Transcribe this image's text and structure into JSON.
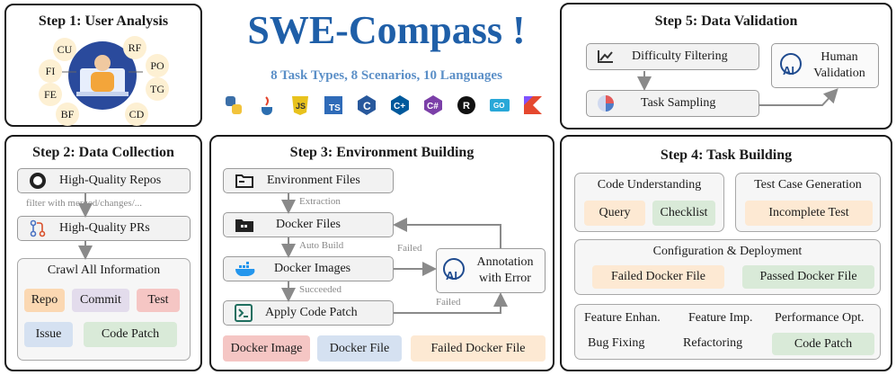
{
  "header": {
    "title": "SWE-Compass !",
    "subtitle": "8 Task Types, 8 Scenarios, 10 Languages",
    "title_color": "#1f5fa8",
    "subtitle_color": "#5b8fc7",
    "languages": [
      "python-icon",
      "java-icon",
      "javascript-icon",
      "typescript-icon",
      "c-icon",
      "cpp-icon",
      "csharp-icon",
      "rust-icon",
      "go-icon",
      "kotlin-icon"
    ]
  },
  "step1": {
    "title": "Step 1: User Analysis",
    "tags": [
      "CU",
      "RF",
      "FI",
      "PO",
      "TG",
      "FE",
      "BF",
      "CD"
    ]
  },
  "step2": {
    "title": "Step 2: Data Collection",
    "repos": "High-Quality Repos",
    "filter_note": "filter with  merged/changes/...",
    "prs": "High-Quality PRs",
    "crawl": "Crawl All Information",
    "items": [
      "Repo",
      "Commit",
      "Test",
      "Issue",
      "Code Patch"
    ]
  },
  "step3": {
    "title": "Step 3: Environment Building",
    "env_files": "Environment Files",
    "extraction": "Extraction",
    "docker_files": "Docker Files",
    "auto_build": "Auto Build",
    "docker_images": "Docker Images",
    "succeeded": "Succeeded",
    "apply_patch": "Apply Code Patch",
    "failed": "Failed",
    "annotation": "Annotation with Error",
    "legend": [
      "Docker Image",
      "Docker File",
      "Failed Docker File"
    ]
  },
  "step4": {
    "title": "Step 4: Task Building",
    "code_understanding": "Code Understanding",
    "cu_items": [
      "Query",
      "Checklist"
    ],
    "test_case": "Test Case Generation",
    "tc_items": [
      "Incomplete Test"
    ],
    "config": "Configuration & Deployment",
    "config_items": [
      "Failed Docker File",
      "Passed Docker File"
    ],
    "tasks": [
      "Feature Enhan.",
      "Feature Imp.",
      "Performance Opt.",
      "Bug Fixing",
      "Refactoring",
      "Code Patch"
    ]
  },
  "step5": {
    "title": "Step 5: Data Validation",
    "difficulty": "Difficulty  Filtering",
    "sampling": "Task Sampling",
    "human": "Human Validation"
  }
}
